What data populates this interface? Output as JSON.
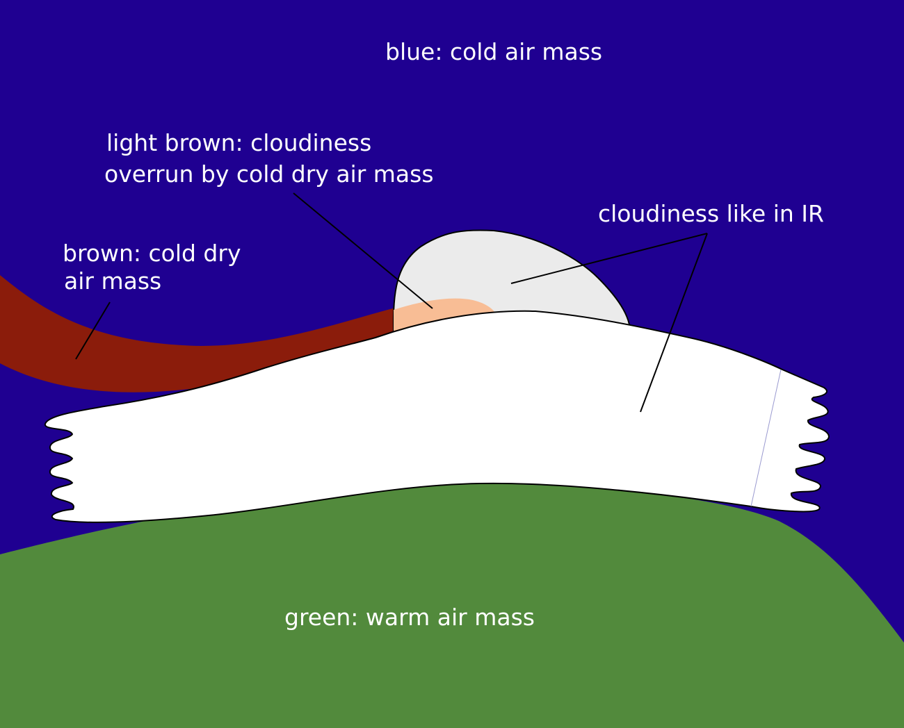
{
  "labels": {
    "blue": "blue: cold air mass",
    "light_brown_1": "light brown: cloudiness",
    "light_brown_2": "overrun by cold dry air mass",
    "brown_1": "brown: cold dry",
    "brown_2": "air mass",
    "cloudiness": "cloudiness like in IR",
    "green": "green: warm air mass"
  },
  "colors": {
    "cold_air": "#1f0091",
    "cold_dry_air": "#8b1c0b",
    "overrun_cloud": "#f8bd95",
    "ir_cloud_light": "#ebebeb",
    "ir_cloud": "#ffffff",
    "warm_air": "#528a3c"
  }
}
